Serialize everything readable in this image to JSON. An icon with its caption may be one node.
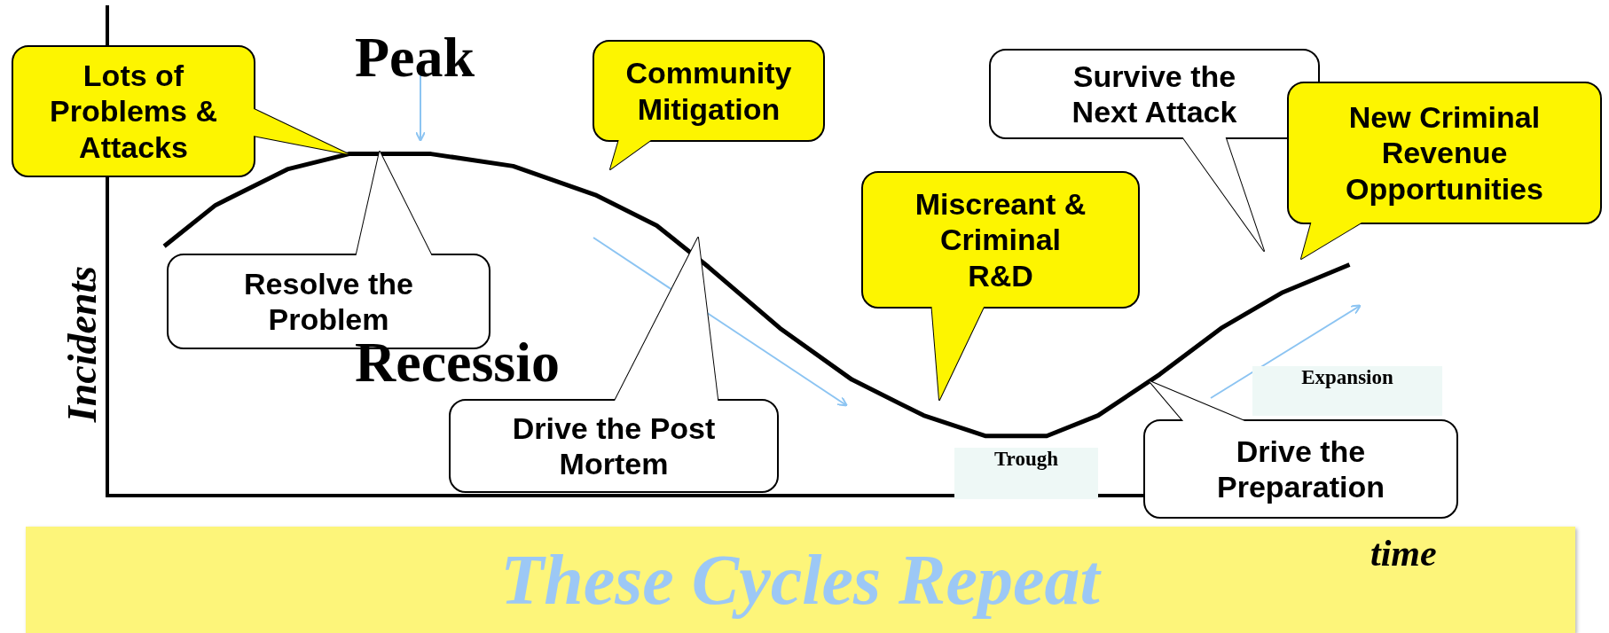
{
  "diagram": {
    "caption": "These Cycles Repeat",
    "nodes": [
      {
        "text": [
          "Lots of Problems & Attacks"
        ]
      },
      {
        "text": [
          "Community Mitigation"
        ]
      },
      {
        "text": [
          "Survive the Next Attack"
        ]
      },
      {
        "text": [
          "New Criminal Revenue Opportunities"
        ]
      },
      {
        "text": [
          "Resolve the Problem"
        ]
      },
      {
        "text": [
          "Miscreant & Criminal R&D"
        ]
      },
      {
        "text": [
          "Drive the Post Mortem"
        ]
      },
      {
        "text": [
          "Drive the Preparation"
        ]
      }
    ],
    "labels": [
      "Peak",
      "Recessio",
      "Trough",
      "Expansion",
      "Incidents",
      "time"
    ]
  }
}
